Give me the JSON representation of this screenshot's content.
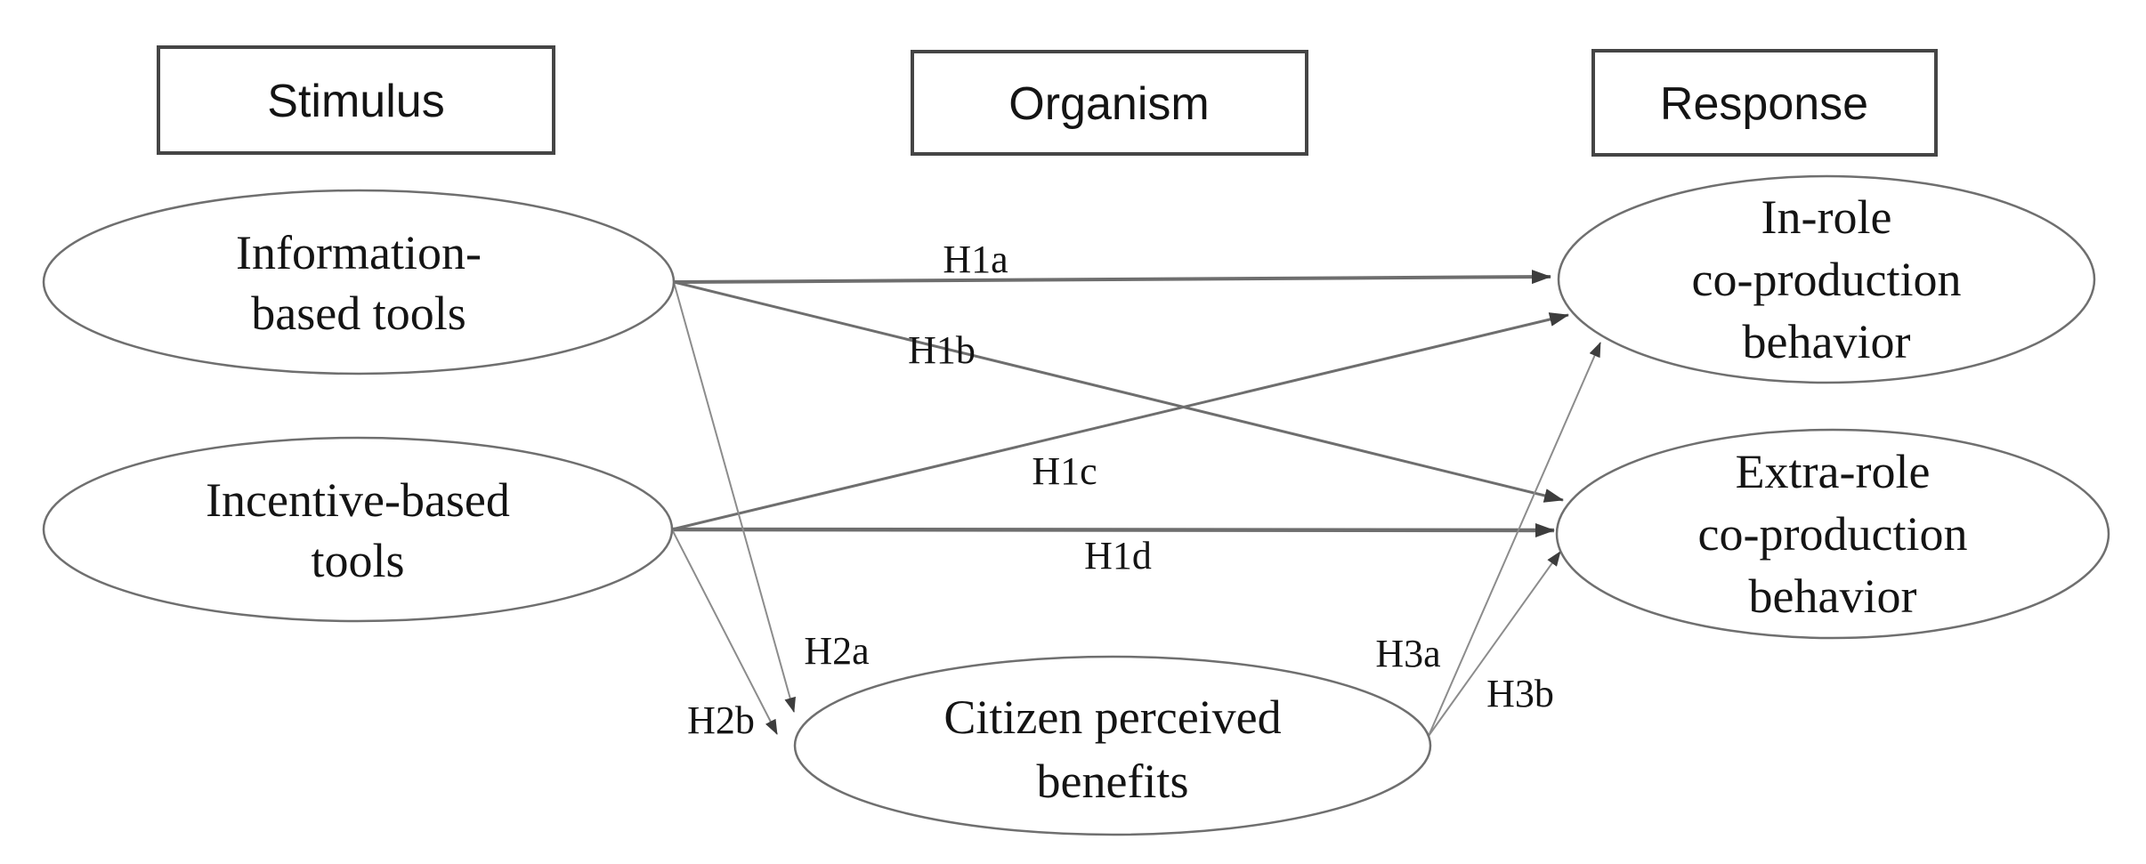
{
  "diagram": {
    "model_framework": "Stimulus-Organism-Response",
    "boxes": {
      "stimulus": "Stimulus",
      "organism": "Organism",
      "response": "Response"
    },
    "nodes": {
      "information_tools": {
        "lines": [
          "Information-",
          "based tools"
        ]
      },
      "incentive_tools": {
        "lines": [
          "Incentive-based",
          "tools"
        ]
      },
      "citizen_benefits": {
        "lines": [
          "Citizen perceived",
          "benefits"
        ]
      },
      "in_role": {
        "lines": [
          "In-role",
          "co-production",
          "behavior"
        ]
      },
      "extra_role": {
        "lines": [
          "Extra-role",
          "co-production",
          "behavior"
        ]
      }
    },
    "edges": [
      {
        "label": "H1a",
        "from": "information_tools",
        "to": "in_role"
      },
      {
        "label": "H1b",
        "from": "information_tools",
        "to": "extra_role"
      },
      {
        "label": "H1c",
        "from": "incentive_tools",
        "to": "in_role"
      },
      {
        "label": "H1d",
        "from": "incentive_tools",
        "to": "extra_role"
      },
      {
        "label": "H2a",
        "from": "information_tools",
        "to": "citizen_benefits"
      },
      {
        "label": "H2b",
        "from": "incentive_tools",
        "to": "citizen_benefits"
      },
      {
        "label": "H3a",
        "from": "citizen_benefits",
        "to": "in_role"
      },
      {
        "label": "H3b",
        "from": "citizen_benefits",
        "to": "extra_role"
      }
    ],
    "colors": {
      "background": "#ffffff",
      "box_stroke": "#454545",
      "ellipse_stroke": "#6f6f6f",
      "edge": "#6e6e6e",
      "edge_thin": "#8c8c8c",
      "arrowhead": "#3d3d3d",
      "text": "#141414"
    }
  }
}
